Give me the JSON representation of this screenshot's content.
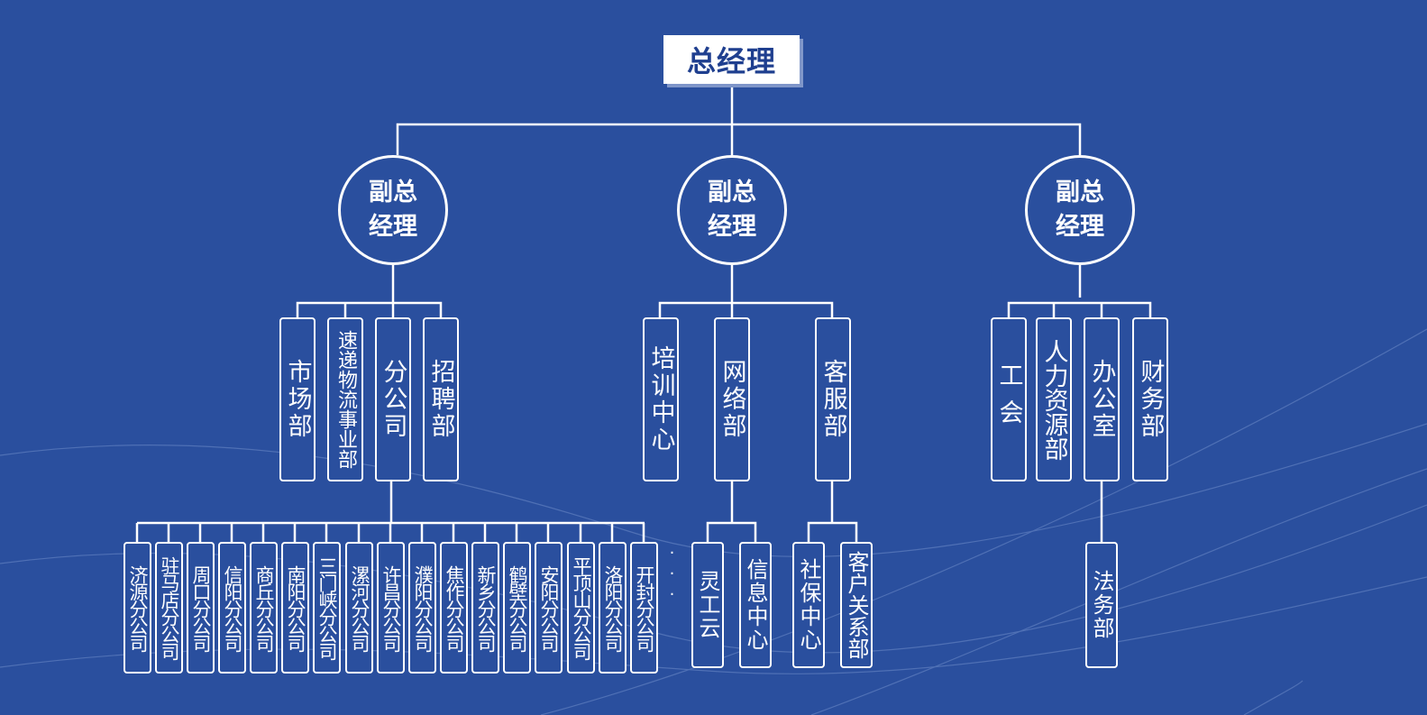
{
  "general_manager": "总经理",
  "vice_managers": [
    "副总经理",
    "副总经理",
    "副总经理"
  ],
  "branch_a": {
    "departments": [
      "市场部",
      "速递物流事业部",
      "分公司",
      "招聘部"
    ],
    "branches": [
      "济源分公司",
      "驻马店分公司",
      "周口分公司",
      "信阳分公司",
      "商丘分公司",
      "南阳分公司",
      "三门峡分公司",
      "漯河分公司",
      "许昌分公司",
      "濮阳分公司",
      "焦作分公司",
      "新乡分公司",
      "鹤壁分公司",
      "安阳分公司",
      "平顶山分公司",
      "洛阳分公司",
      "开封分公司"
    ],
    "more": "···"
  },
  "branch_b": {
    "departments": [
      "培训中心",
      "网络部",
      "客服部"
    ],
    "network_subunits": [
      "灵工云",
      "信息中心"
    ],
    "service_subunits": [
      "社保中心",
      "客户关系部"
    ]
  },
  "branch_c": {
    "departments": [
      "工会",
      "人力资源部",
      "办公室",
      "财务部"
    ],
    "office_subunits": [
      "法务部"
    ]
  },
  "colors": {
    "background": "#2a4f9e",
    "line": "#ffffff",
    "gm_text": "#1f3f8f",
    "wave": "#6e8cc8"
  }
}
